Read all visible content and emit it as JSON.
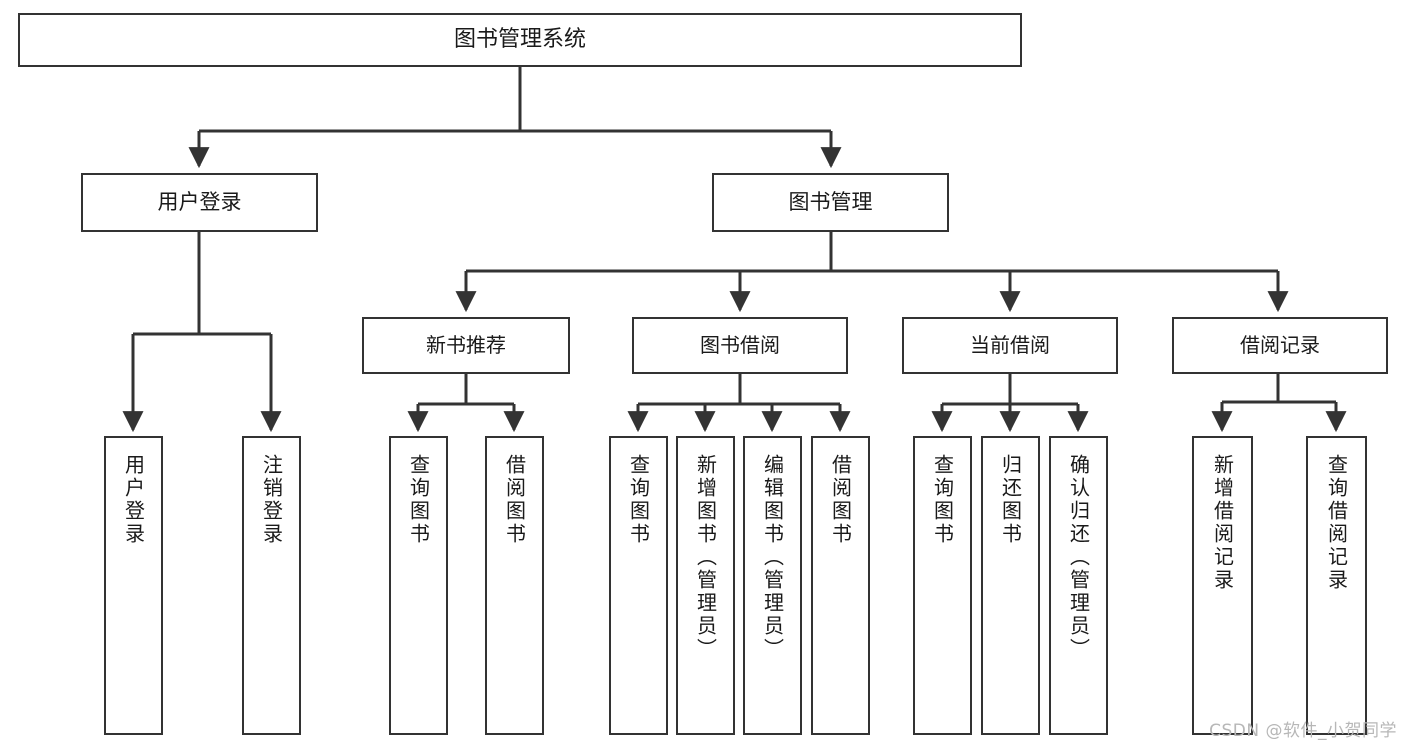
{
  "diagram": {
    "type": "tree",
    "title": "图书管理系统",
    "background_color": "#ffffff",
    "line_color": "#333333",
    "text_color": "#1a1a1a",
    "root": {
      "label": "图书管理系统"
    },
    "level1": [
      {
        "label": "用户登录"
      },
      {
        "label": "图书管理"
      }
    ],
    "level2": [
      {
        "label": "新书推荐"
      },
      {
        "label": "图书借阅"
      },
      {
        "label": "当前借阅"
      },
      {
        "label": "借阅记录"
      }
    ],
    "leaves": {
      "user_login": [
        {
          "label": "用户登录"
        },
        {
          "label": "注销登录"
        }
      ],
      "new_book_recommend": [
        {
          "label": "查询图书"
        },
        {
          "label": "借阅图书"
        }
      ],
      "book_borrow": [
        {
          "label": "查询图书"
        },
        {
          "label": "新增图书（管理员）"
        },
        {
          "label": "编辑图书（管理员）"
        },
        {
          "label": "借阅图书"
        }
      ],
      "current_borrow": [
        {
          "label": "查询图书"
        },
        {
          "label": "归还图书"
        },
        {
          "label": "确认归还（管理员）"
        }
      ],
      "borrow_record": [
        {
          "label": "新增借阅记录"
        },
        {
          "label": "查询借阅记录"
        }
      ]
    }
  },
  "watermark": {
    "text": "CSDN @软件_小贺同学"
  }
}
